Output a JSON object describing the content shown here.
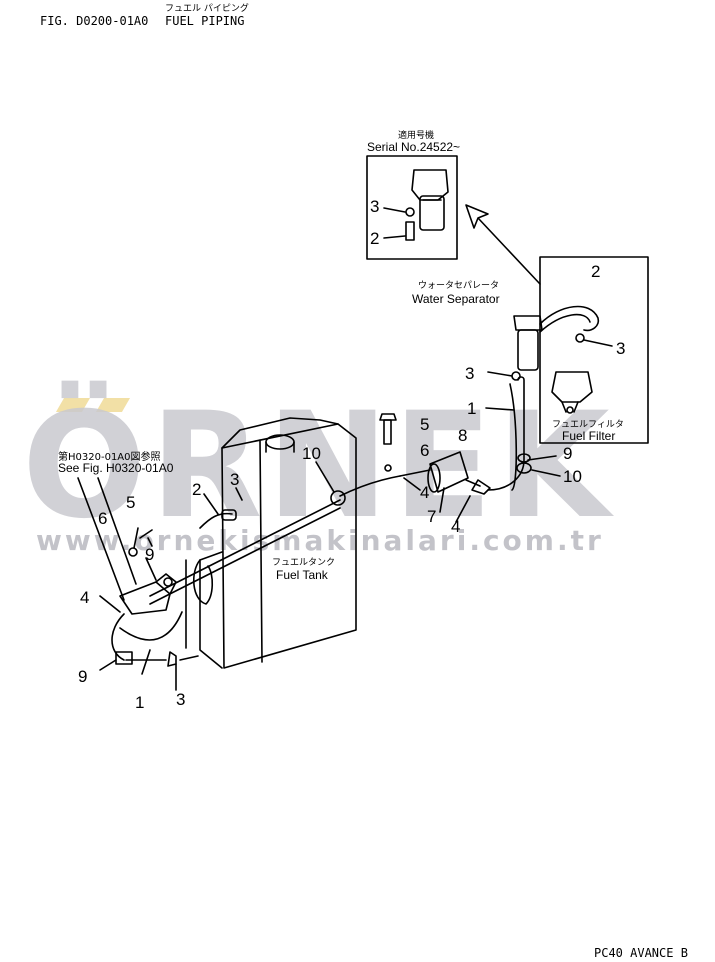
{
  "header": {
    "fig_code": "FIG. D0200-01A0",
    "title_jp": "フュエル パイピング",
    "title_en": "FUEL PIPING"
  },
  "footer": {
    "model": "PC40 AVANCE B"
  },
  "watermark": {
    "logo": "ÖRNEK",
    "url": "www.ornekismakinalari.com.tr",
    "color": "#c9c9cf",
    "accent": "#f2e0a6"
  },
  "inset": {
    "serial_jp": "適用号機",
    "serial": "Serial No.24522~",
    "labels": [
      "3",
      "2"
    ]
  },
  "labels": {
    "water_separator_jp": "ウォータセパレータ",
    "water_separator": "Water Separator",
    "fuel_filter_jp": "フュエルフィルタ",
    "fuel_filter": "Fuel Filter",
    "fuel_tank_jp": "フュエルタンク",
    "fuel_tank": "Fuel Tank",
    "see_fig_jp": "第H0320-01A0図参照",
    "see_fig": "See Fig. H0320-01A0"
  },
  "callouts": [
    "2",
    "3",
    "3",
    "1",
    "9",
    "10",
    "5",
    "6",
    "8",
    "4",
    "7",
    "4",
    "10",
    "3",
    "2",
    "5",
    "6",
    "9",
    "4",
    "9",
    "1",
    "3"
  ]
}
